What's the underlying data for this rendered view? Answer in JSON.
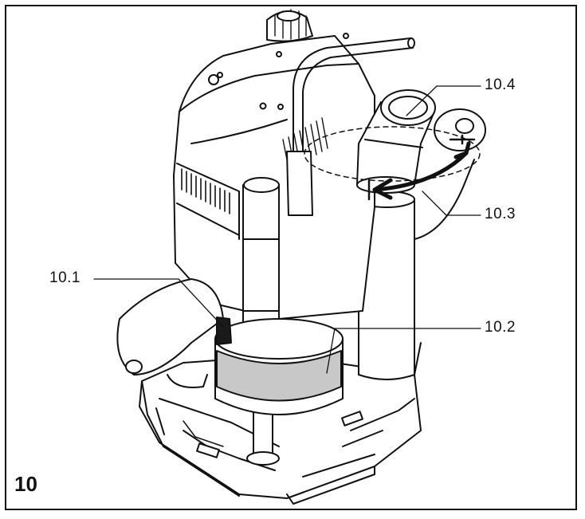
{
  "figure": {
    "number": "10",
    "callouts": {
      "c101": "10.1",
      "c102": "10.2",
      "c103": "10.3",
      "c104": "10.4"
    },
    "line_color": "#111111",
    "fill_dark": "#1a1a1a",
    "fill_gray": "#c8c8c8"
  }
}
